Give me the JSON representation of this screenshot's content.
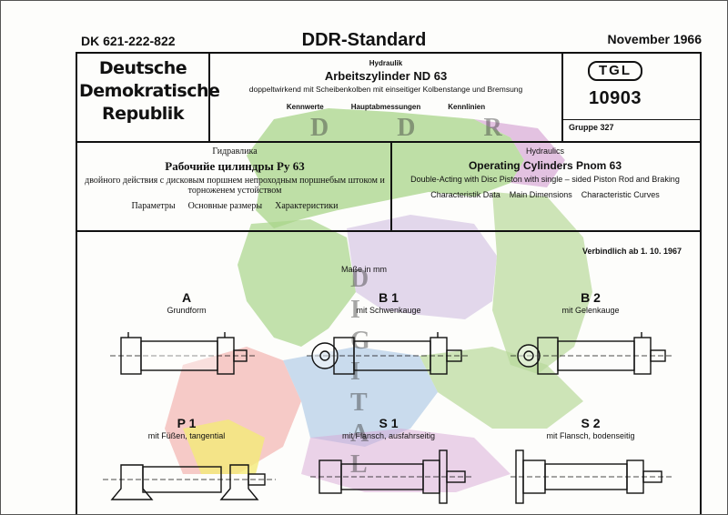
{
  "header": {
    "dk": "DK 621-222-822",
    "standard": "DDR-Standard",
    "date": "November 1966"
  },
  "logo": {
    "line1": "Deutsche",
    "line2": "Demokratische",
    "line3": "Republik"
  },
  "german": {
    "category": "Hydraulik",
    "title": "Arbeitszylinder ND 63",
    "subtitle": "doppeltwirkend mit Scheibenkolben mit einseitiger Kolbenstange und Bremsung",
    "items": [
      "Kennwerte",
      "Hauptabmessungen",
      "Kennlinien"
    ]
  },
  "tgl": {
    "mark": "TGL",
    "number": "10903",
    "group": "Gruppe 327"
  },
  "russian": {
    "category": "Гидравлика",
    "title": "Рабочийе цилиндры Pу 63",
    "subtitle": "двойного действия с дисковым поршнем непроходным поршнебым штоком и торноженем устойством",
    "items": [
      "Параметры",
      "Основные размеры",
      "Характеристики"
    ]
  },
  "english": {
    "category": "Hydraulics",
    "title": "Operating Cylinders Pnom 63",
    "subtitle": "Double-Acting with Disc Piston with single – sided Piston Rod and Braking",
    "items": [
      "Characteristik Data",
      "Main Dimensions",
      "Characteristic Curves"
    ]
  },
  "notes": {
    "valid_from": "Verbindlich ab 1. 10. 1967",
    "units": "Maße in mm"
  },
  "variants": [
    {
      "code": "A",
      "caption": "Grundform"
    },
    {
      "code": "B 1",
      "caption": "mit Schwenkauge"
    },
    {
      "code": "B 2",
      "caption": "mit Gelenkauge"
    },
    {
      "code": "P 1",
      "caption": "mit Füßen, tangential"
    },
    {
      "code": "S 1",
      "caption": "mit Flansch, ausfahrseitig"
    },
    {
      "code": "S 2",
      "caption": "mit Flansch, bodenseitig"
    }
  ],
  "watermark": {
    "top": "D D R",
    "vertical": [
      "D",
      "I",
      "G",
      "I",
      "T",
      "A",
      "L"
    ]
  },
  "colors": {
    "map_green": "#a8d48a",
    "map_purple": "#d7a8d6",
    "map_pink": "#f2b3b0",
    "map_blue": "#b7cfe8",
    "map_yellow": "#f4ea78",
    "ink": "#111111"
  }
}
